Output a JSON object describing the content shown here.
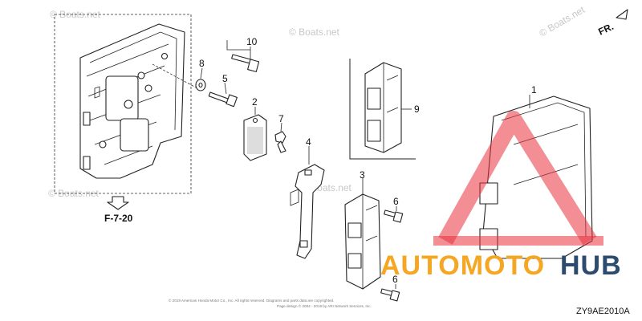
{
  "diagram": {
    "callouts": [
      "1",
      "2",
      "3",
      "4",
      "5",
      "6",
      "6",
      "7",
      "8",
      "9",
      "10"
    ],
    "reference": "F-7-20",
    "direction": "FR.",
    "diagram_code": "ZY9AE2010A",
    "watermark": "© Boats.net",
    "copyright_line1": "© 2019 American Honda Motor Co., Inc. All rights reserved. Diagrams and parts data are copyrighted.",
    "copyright_line2": "Page design © 2004 - 2019 by ARI Network Services, Inc."
  },
  "brand": {
    "part1": "AUTOMOTO",
    "part2": "HUB",
    "colors": {
      "auto": "#f5a623",
      "hub": "#2d4b6e",
      "triangle": "#e8323c"
    }
  }
}
